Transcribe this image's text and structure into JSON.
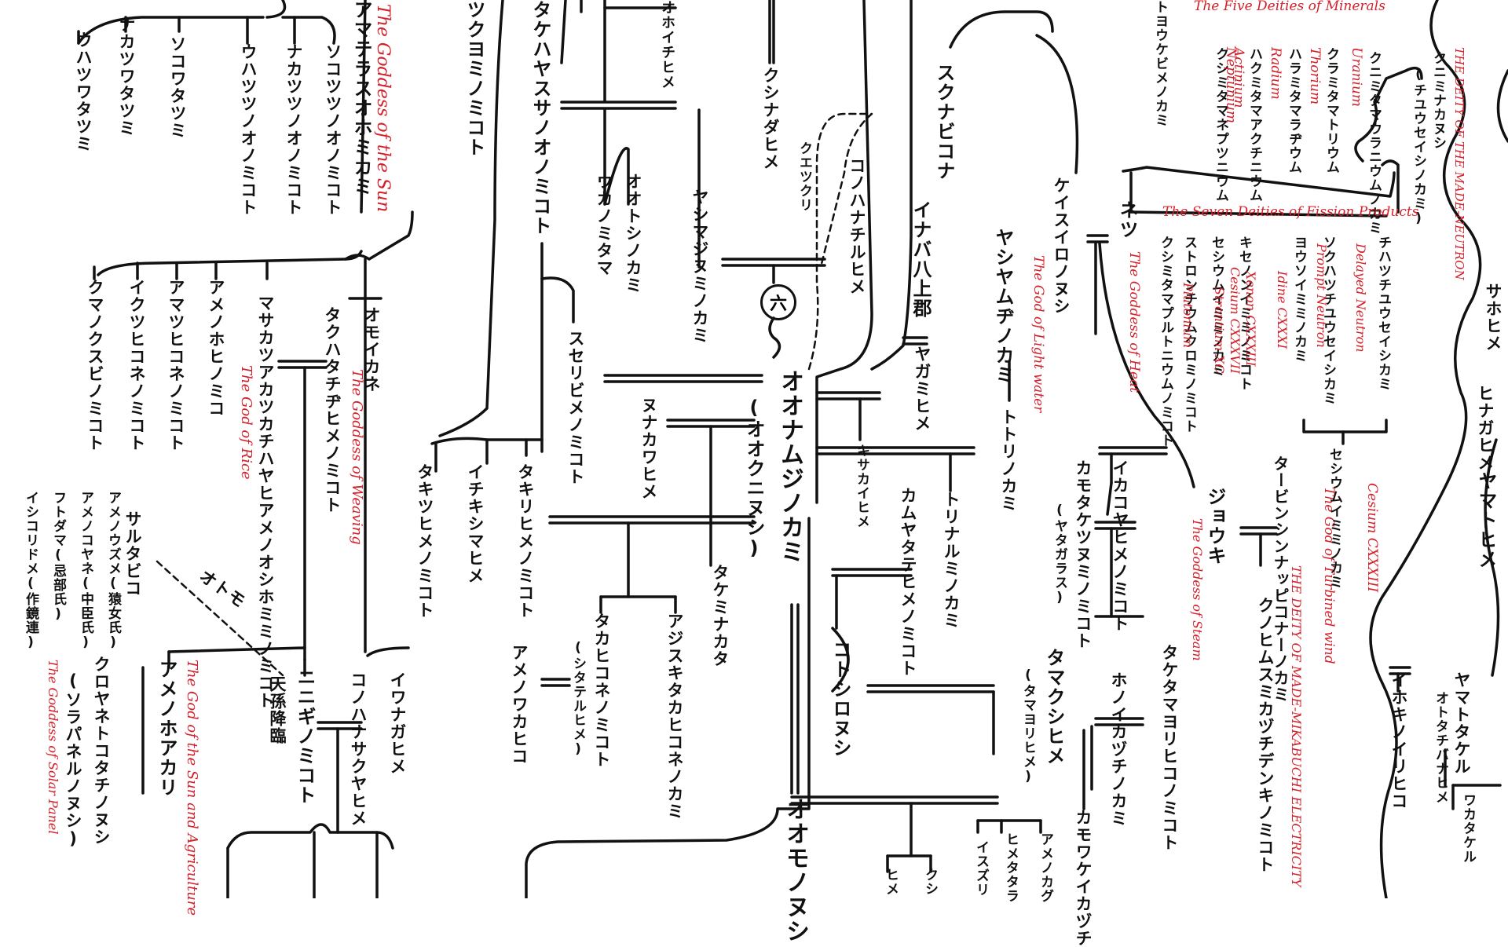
{
  "diagram": {
    "top_clan": {
      "watatsumi_left": [
        "ウハツワタツミ",
        "ナカツワタツミ",
        "ソコワタツミ"
      ],
      "wonomikoto": [
        "ウハツツノオノミコト",
        "ナカツツノオノミコト",
        "ソコツツノオノミコト"
      ]
    },
    "amaterasu": {
      "name": "アマテラスオホミカミ",
      "en": "The Goddess of the Sun"
    },
    "tsukuyomi": "ツクヨミノミコト",
    "susanoo": "タケハヤスサノオノミコト",
    "kushinada": "クシナダヒメ",
    "ohochihime": "オホイチヒメ",
    "children_amaterasu": [
      "クマノクスビノミコト",
      "イクツヒコネノミコト",
      "アマツヒコネノミコト",
      "アメノホヒノミコ",
      "マサカツアカツカチハヤヒアメノオシホミミノミコト"
    ],
    "ame_oshi_en": "The God of Rice",
    "omoikane": "オモイカネ",
    "takuhata": {
      "name": "タクハタチヂヒメノミコト",
      "en": "The Goddess of Weaving"
    },
    "uzume_group": [
      "アメノウズメ(猿女氏)",
      "アメノコヤネ(中臣氏)",
      "フトダマ(忌部氏)",
      "イシコリドメ(作鏡連)"
    ],
    "sarutahiko": "サルタビコ",
    "otomo": "オトモ",
    "tenson": "天孫降臨",
    "ninigi": "ニニギノミコト",
    "iwanaga": "イワナガヒメ",
    "konohanasakuya": "コノハナサクヤヒメ",
    "amenohoakari": {
      "name": "アメノホアカリ",
      "en": "The God of the Sun and Agriculture"
    },
    "kuroyane": {
      "name": "クロヤネトコタチノヌシ",
      "alt": "(ソラパネルノヌシ)",
      "en": "The Goddess of Solar Panel"
    },
    "ukanomitama": "ウカノミタマ",
    "ootoshi": "オオトシノカミ",
    "yashimajinumi": "ヤシマジヌミノカミ",
    "suseri": "スセリビメノミコト",
    "kushinakuri": "クエツクリ",
    "six": "六",
    "onamuji": {
      "name": "オオナムジノカミ",
      "alt": "(オオクニヌシ)"
    },
    "omononushi": "オオモノヌシ",
    "takitsuhime": "タキツヒメノミコト",
    "ichikishima": "イチキシマヒメ",
    "takirihime": "タキリヒメノミコト",
    "nunakawa": "ヌナカワヒメ",
    "takeminakata": "タケミナカタ",
    "takahikone": {
      "name": "タカヒコネノミコト",
      "alt": "(シタテルヒメ)"
    },
    "ajisuki": "アジスキタカヒコネノカミ",
    "amenowakahiko": "アメノワカヒコ",
    "konohanachiru": "コノハナチルヒメ",
    "kamuyatate": "カムヤタテヒメノミコト",
    "kotoshironushi": "コトシロヌシ",
    "kisakai": "キサカイヒメ",
    "inaba": "イナバ八上郡",
    "yagamihime": "ヤガミヒメ",
    "tottori": "トトリノカミ",
    "torinarumi": "トリナルミノカミ",
    "sukunabikona": "スクナビコナ",
    "yashiyamu": {
      "name": "ヤシヤムヂノカミ",
      "en": "The God of Light water"
    },
    "keisuiro": "ケイスイロノヌシ",
    "netsu": {
      "name": "ネツ",
      "en": "The Goddess of Heat"
    },
    "jouki": {
      "name": "ジョウキ",
      "en": "The Goddess of Steam"
    },
    "kamotakezunumi": {
      "name": "カモタケツヌミノミコト",
      "alt": "(ヤタガラス)"
    },
    "ikakoyahime": "イカコヤヒメノミコト",
    "tamakushihime": {
      "name": "タマクシヒメ",
      "alt": "(タマヨリヒメ)"
    },
    "hoikazuchi": "ホノイカヅチノカミ",
    "takedatamayori": "タケタマヨリヒコノミコト",
    "kamowakeikazuchi": "カモワケイカヅチ",
    "tabinshinpi": {
      "name": "タービンシンナッピコナーノカミ",
      "en": "The God of Turbined wind"
    },
    "kunohimu": {
      "name": "クノヒムスミカヅチデンキノミコト",
      "en": "THE DEITY OF MADE-MIKABUCHI ELECTRICITY"
    },
    "cesium_side": {
      "name": "セシウムイミミノカミ",
      "en": "Cesium CXXXIII"
    },
    "minerals_title": "The Five Deities of Minerals",
    "minerals": [
      {
        "name": "クニミタマウラニウムノカミ",
        "en": "Uranium"
      },
      {
        "name": "クラミタマトリウム",
        "en": "Thorium"
      },
      {
        "name": "ハラミタマラヂウム",
        "en": "Radium"
      },
      {
        "name": "ハクミタマアクチニウム",
        "en": "Actinium"
      },
      {
        "name": "クシミタマネプツニウム",
        "en": "Neptunium"
      }
    ],
    "neutron": {
      "name": "クニミナカヌシ",
      "alt": "(チユウセイシノカミ)",
      "en": "THE DEITY OF THE MADE-NEUTRON"
    },
    "fission_title": "The Seven Deities of Fission Products",
    "fission": [
      {
        "name": "チハツチユウセイシカミ",
        "en": "Delayed Neutron"
      },
      {
        "name": "ソクハツチユウセイシカミ",
        "en": "Prompt Neutron"
      },
      {
        "name": "ヨウソイミミノカミ",
        "en": "Idine CXXXI"
      },
      {
        "name": "キセノンイミミノミコト",
        "en": "Xenon CXXXIII"
      },
      {
        "name": "セシウムイミミノカミ",
        "en": "Cesium CXXXVII"
      },
      {
        "name": "ストロンチウムクロミノミコト",
        "en": "Strontium XC"
      },
      {
        "name": "クシミタマプルトニウムノミコト",
        "en": "Plutonium"
      }
    ],
    "toyokebime": "トヨウケビメノカミ",
    "ihokinoirihiko": "イホキノイリヒコ",
    "yamatotakeru": "ヤマトタケル",
    "ototachibana": "オトタチバナヒメ",
    "wakatakeru": "ワカタケル",
    "right_edge": [
      "サホヒメ",
      "ヒナガヒメ",
      "ヤマトヒメ"
    ],
    "bottom_partial": [
      "ヒメ",
      "クシ",
      "イスズリ",
      "ヒメタタラ",
      "アメノカグ"
    ]
  }
}
